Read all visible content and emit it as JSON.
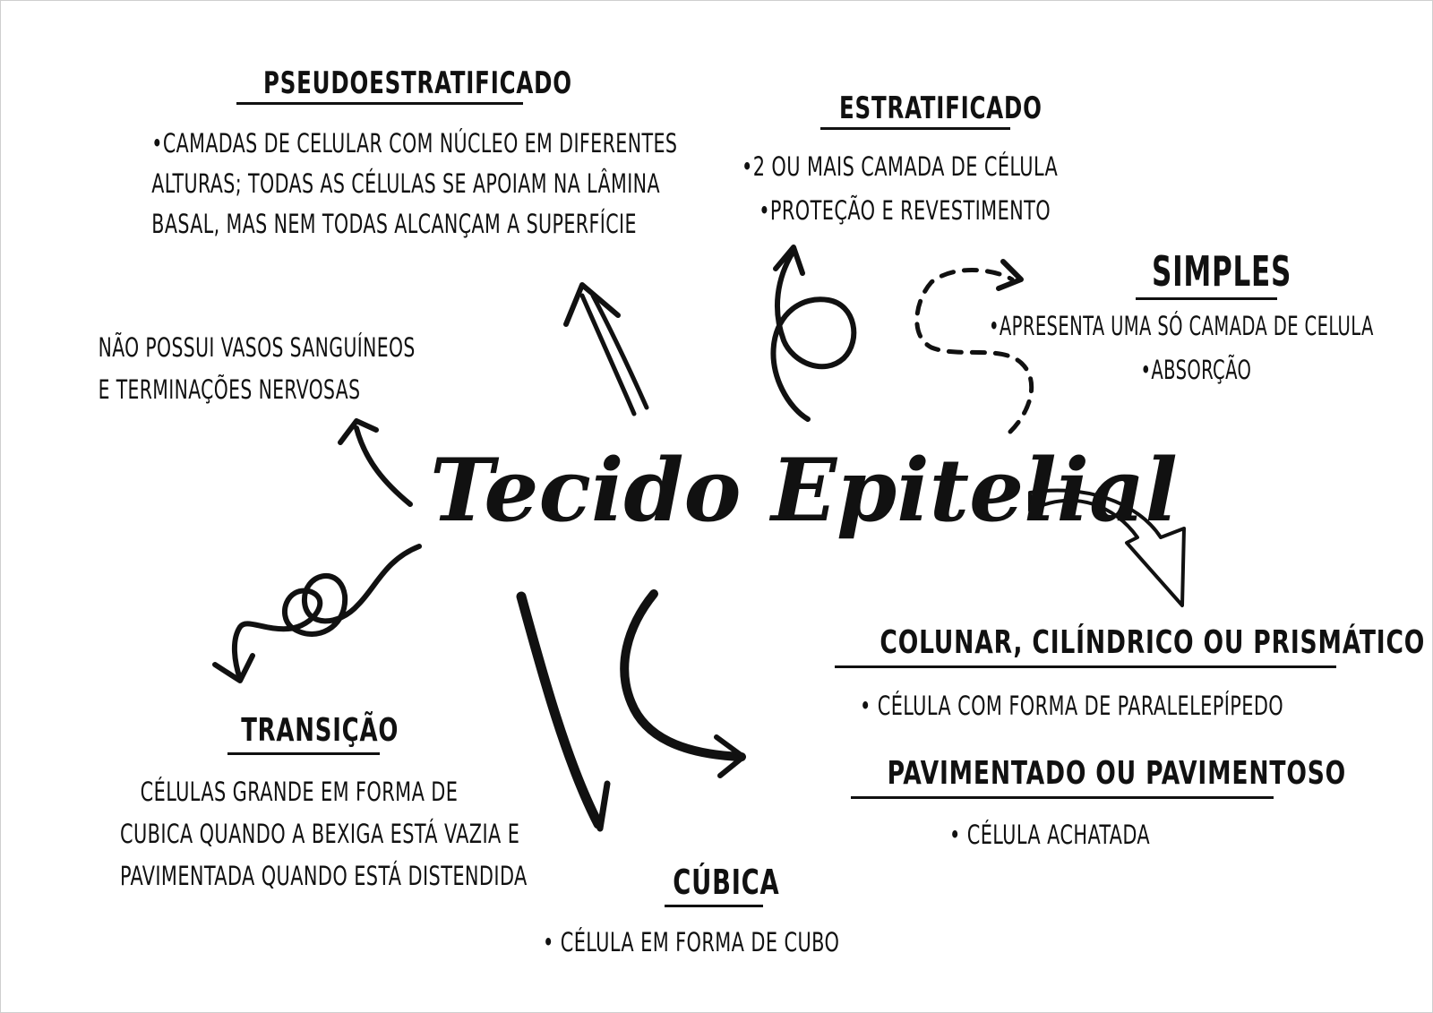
{
  "title": "Tecido Epitelial",
  "intro": {
    "lines": [
      "NÃO POSSUI VASOS SANGUÍNEOS",
      "E TERMINAÇÕES NERVOSAS"
    ]
  },
  "pseudoestratificado": {
    "heading": "PSEUDOESTRATIFICADO",
    "lines": [
      "•CAMADAS DE CELULAR COM NÚCLEO EM DIFERENTES",
      "ALTURAS; TODAS AS CÉLULAS SE APOIAM NA LÂMINA",
      "BASAL, MAS NEM TODAS ALCANÇAM A SUPERFÍCIE"
    ]
  },
  "estratificado": {
    "heading": "ESTRATIFICADO",
    "lines": [
      "•2 OU MAIS CAMADA DE CÉLULA",
      "•PROTEÇÃO E REVESTIMENTO"
    ]
  },
  "simples": {
    "heading": "SIMPLES",
    "lines": [
      "•APRESENTA UMA SÓ CAMADA DE CELULA",
      "•ABSORÇÃO"
    ]
  },
  "colunar": {
    "heading": "COLUNAR, CILÍNDRICO OU PRISMÁTICO",
    "lines": [
      "• CÉLULA COM FORMA DE PARALELEPÍPEDO"
    ]
  },
  "pavimentado": {
    "heading": "PAVIMENTADO OU PAVIMENTOSO",
    "lines": [
      "• CÉLULA ACHATADA"
    ]
  },
  "cubica": {
    "heading": "CÚBICA",
    "lines": [
      "• CÉLULA EM FORMA DE CUBO"
    ]
  },
  "transicao": {
    "heading": "TRANSIÇÃO",
    "lines": [
      "CÉLULAS GRANDE EM FORMA DE",
      "CUBICA QUANDO A BEXIGA ESTÁ VAZIA E",
      "PAVIMENTADA QUANDO ESTÁ DISTENDIDA"
    ]
  },
  "colors": {
    "ink": "#111111",
    "background": "#ffffff"
  }
}
